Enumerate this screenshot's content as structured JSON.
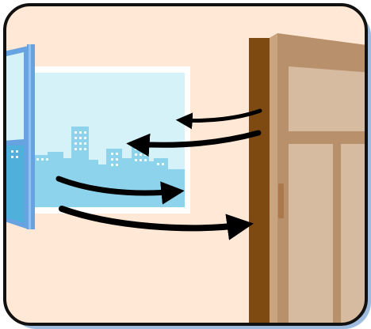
{
  "scene": {
    "subject": "window-and-door-airflow",
    "colors": {
      "wall": "#FFE8D6",
      "frame": "#111111",
      "shadow": "#9EBCE0",
      "sky": "#D4F2F8",
      "skyline_light": "#8ED3EC",
      "skyline_dark": "#4FB0DC",
      "window_frame": "#FFFFFF",
      "window_sash": "#66A3E0",
      "door_edge": "#7E4A12",
      "door_body": "#B8906C",
      "door_panel": "#D6BBA1",
      "arrow": "#000000"
    },
    "arrows": [
      {
        "name": "airflow-arrow-top-left",
        "direction": "left"
      },
      {
        "name": "airflow-arrow-upper-left",
        "direction": "left"
      },
      {
        "name": "airflow-arrow-lower-right",
        "direction": "right"
      },
      {
        "name": "airflow-arrow-bottom-right",
        "direction": "right"
      }
    ]
  }
}
